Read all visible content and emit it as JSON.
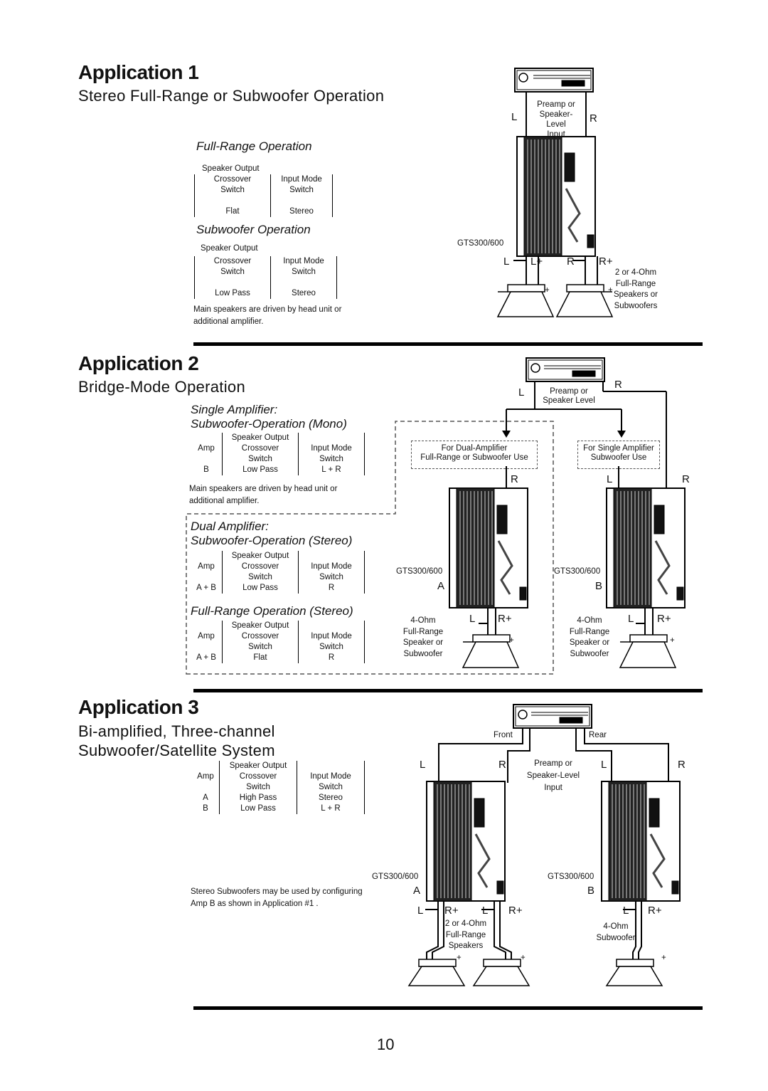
{
  "app1": {
    "title": "Application 1",
    "subtitle": "Stereo Full-Range or Subwoofer Operation",
    "full_range": {
      "heading": "Full-Range Operation",
      "so": "Speaker Output",
      "col1": "Crossover",
      "col1b": "Switch",
      "val1": "Flat",
      "col2": "Input Mode",
      "col2b": "Switch",
      "val2": "Stereo"
    },
    "subwoofer": {
      "heading": "Subwoofer Operation",
      "so": "Speaker Output",
      "col1": "Crossover",
      "col1b": "Switch",
      "val1": "Low Pass",
      "col2": "Input Mode",
      "col2b": "Switch",
      "val2": "Stereo"
    },
    "note1": "Main speakers are driven by head unit or",
    "note2": "additional amplifier.",
    "diagram": {
      "preamp1": "Preamp or",
      "preamp2": "Speaker-Level",
      "preamp3": "Input",
      "l": "L",
      "r": "R",
      "model": "GTS300/600",
      "out_l": "L",
      "out_lp": "L+",
      "out_r": "R",
      "out_rp": "R+",
      "plus": "+",
      "spk1": "2 or 4-Ohm",
      "spk2": "Full-Range",
      "spk3": "Speakers or",
      "spk4": "Subwoofers"
    }
  },
  "app2": {
    "title": "Application 2",
    "subtitle": "Bridge-Mode Operation",
    "single": {
      "heading1": "Single Amplifier:",
      "heading2": "Subwoofer-Operation (Mono)",
      "amp": "Amp",
      "so": "Speaker Output",
      "col1": "Crossover",
      "col1b": "Switch",
      "col2": "Input Mode",
      "col2b": "Switch",
      "amp_val": "B",
      "val1": "Low Pass",
      "val2": "L + R"
    },
    "note1": "Main speakers are driven by head unit or",
    "note2": "additional amplifier.",
    "dual": {
      "heading1": "Dual Amplifier:",
      "heading2": "Subwoofer-Operation (Stereo)",
      "amp": "Amp",
      "so": "Speaker Output",
      "col1": "Crossover",
      "col1b": "Switch",
      "col2": "Input Mode",
      "col2b": "Switch",
      "amp_val": "A + B",
      "val1": "Low Pass",
      "val2": "R"
    },
    "fullrange": {
      "heading": "Full-Range Operation (Stereo)",
      "amp": "Amp",
      "so": "Speaker Output",
      "col1": "Crossover",
      "col1b": "Switch",
      "col2": "Input Mode",
      "col2b": "Switch",
      "amp_val": "A + B",
      "val1": "Flat",
      "val2": "R"
    },
    "diagram": {
      "l": "L",
      "r": "R",
      "preamp1": "Preamp or",
      "preamp2": "Speaker Level",
      "dual1": "For Dual-Amplifier",
      "dual2": "Full-Range or Subwoofer Use",
      "single1": "For Single Amplifier",
      "single2": "Subwoofer Use",
      "model": "GTS300/600",
      "amp_a": "A",
      "amp_b": "B",
      "rp": "R+",
      "plus": "+",
      "spk1": "4-Ohm",
      "spk2": "Full-Range",
      "spk3": "Speaker or",
      "spk4": "Subwoofer"
    }
  },
  "app3": {
    "title": "Application 3",
    "subtitle1": "Bi-amplified, Three-channel",
    "subtitle2": "Subwoofer/Satellite System",
    "table": {
      "amp": "Amp",
      "so": "Speaker Output",
      "col1": "Crossover",
      "col1b": "Switch",
      "col2": "Input Mode",
      "col2b": "Switch",
      "row1": [
        "A",
        "High Pass",
        "Stereo"
      ],
      "row2": [
        "B",
        "Low Pass",
        "L + R"
      ]
    },
    "note1": "Stereo Subwoofers may be used by configuring",
    "note2": "Amp B  as shown in Application #1  .",
    "diagram": {
      "front": "Front",
      "rear": "Rear",
      "l": "L",
      "r": "R",
      "preamp1": "Preamp or",
      "preamp2": "Speaker-Level",
      "preamp3": "Input",
      "model": "GTS300/600",
      "amp_a": "A",
      "amp_b": "B",
      "rp": "R+",
      "plus": "+",
      "spk_a1": "2 or 4-Ohm",
      "spk_a2": "Full-Range",
      "spk_a3": "Speakers",
      "spk_b1": "4-Ohm",
      "spk_b2": "Subwoofer"
    }
  },
  "page_number": "10"
}
